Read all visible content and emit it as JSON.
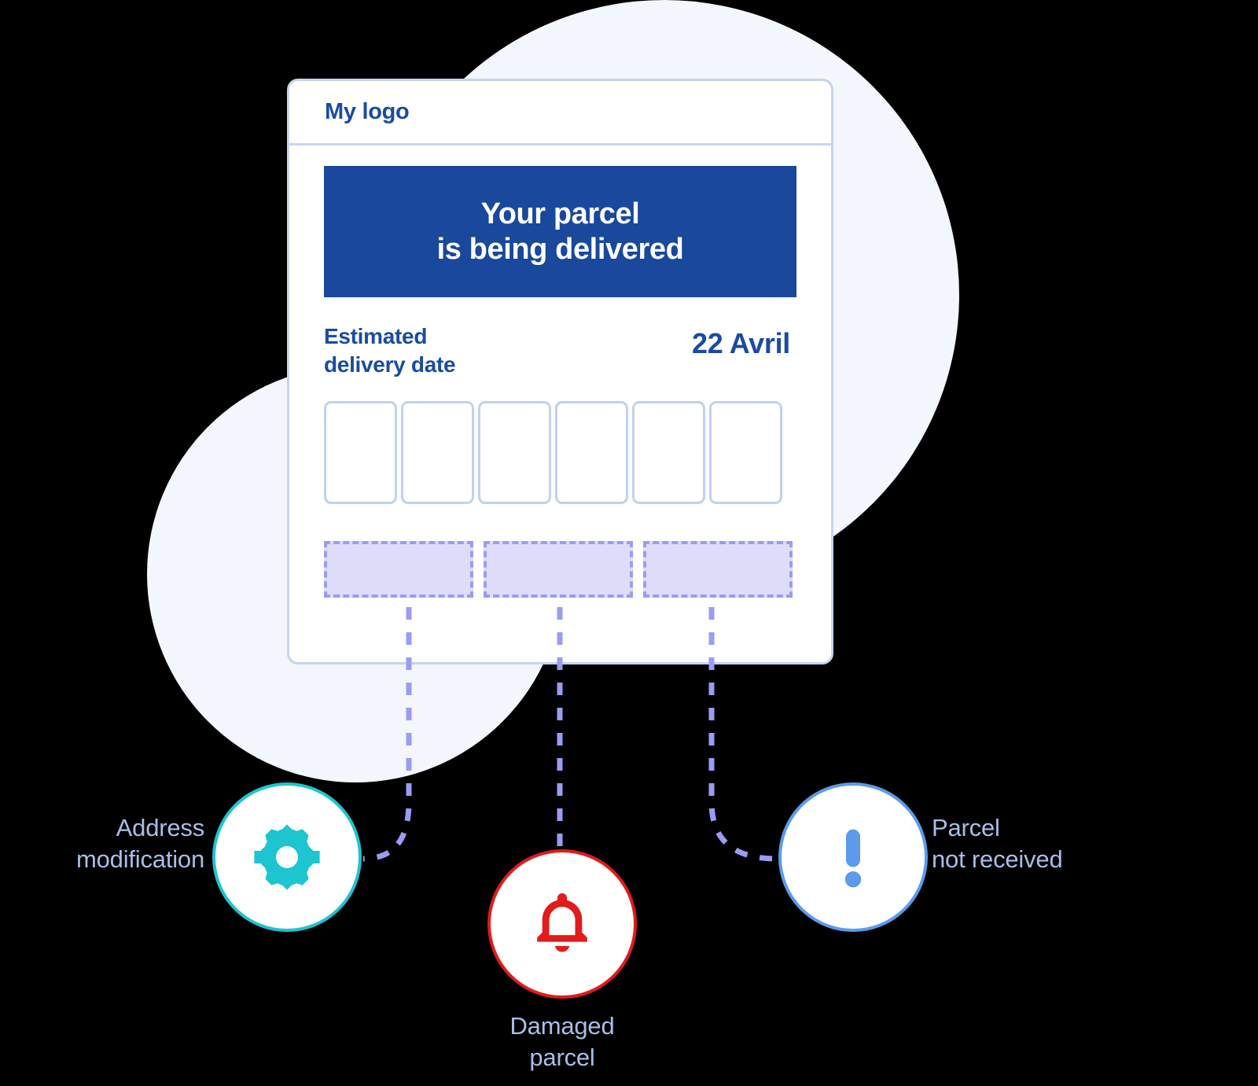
{
  "card": {
    "logo": "My logo",
    "banner": {
      "line1": "Your parcel",
      "line2": "is being delivered"
    },
    "delivery": {
      "label_line1": "Estimated",
      "label_line2": "delivery date",
      "date": "22 Avril"
    },
    "slots": [
      "",
      "",
      "",
      "",
      "",
      ""
    ],
    "actions": [
      "",
      "",
      ""
    ]
  },
  "nodes": [
    {
      "id": "address-modification",
      "icon": "gear-icon",
      "label_line1": "Address",
      "label_line2": "modification",
      "color": "#1CC5D0"
    },
    {
      "id": "damaged-parcel",
      "icon": "bell-icon",
      "label_line1": "Damaged",
      "label_line2": "parcel",
      "color": "#E21B1B"
    },
    {
      "id": "parcel-not-received",
      "icon": "exclamation-icon",
      "label_line1": "Parcel",
      "label_line2": "not received",
      "color": "#5B9BEA"
    }
  ],
  "colors": {
    "brand_blue": "#19489C",
    "card_border": "#C4D5EF",
    "blob": "#F4F6FD",
    "dashed_fill": "#DDDDF9",
    "dashed_stroke": "#9A9CF4",
    "label_text": "#A9BEE7",
    "slot_border": "#C0D2EE",
    "teal": "#1CC5D0",
    "red": "#E21B1B",
    "light_blue": "#5B9BEA"
  }
}
